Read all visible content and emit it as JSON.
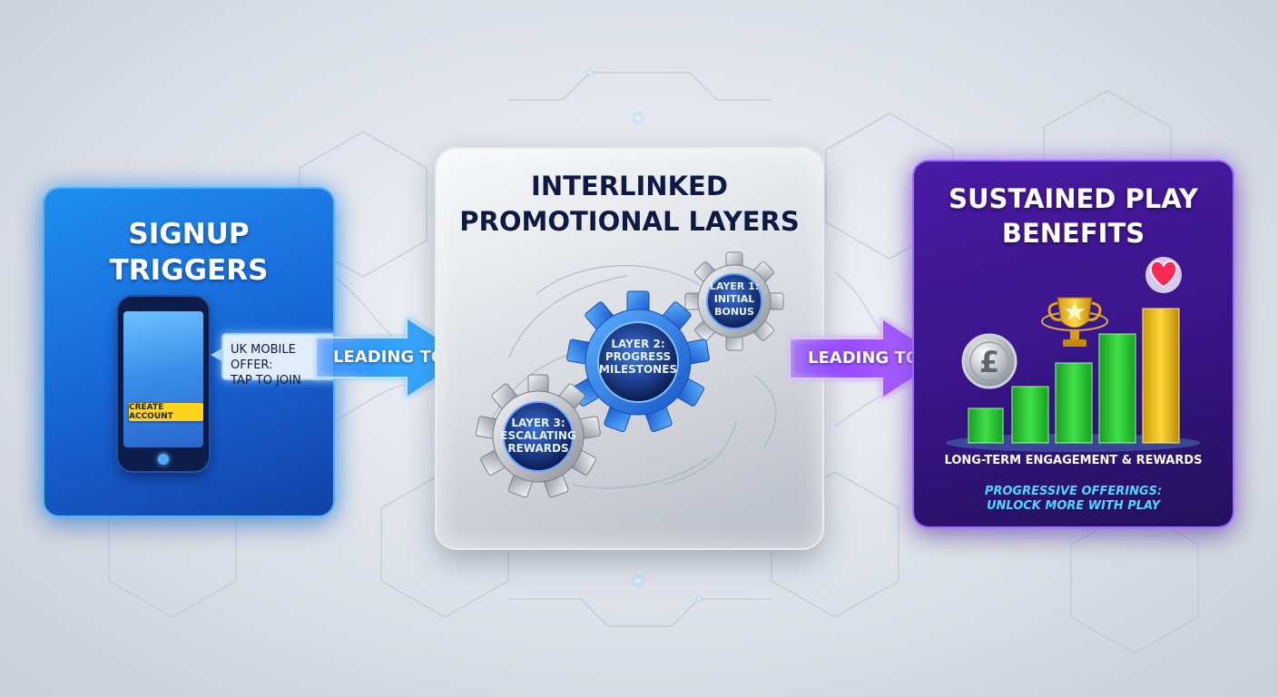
{
  "signup": {
    "title_line1": "SIGNUP",
    "title_line2": "TRIGGERS",
    "offer_line1": "UK MOBILE OFFER:",
    "offer_line2": "TAP TO JOIN",
    "create_label": "CREATE ACCOUNT"
  },
  "arrows": [
    {
      "label": "LEADING TO",
      "color": "#2f9dff"
    },
    {
      "label": "LEADING TO",
      "color": "#9a4dff"
    }
  ],
  "layers": {
    "title_line1": "INTERLINKED",
    "title_line2": "PROMOTIONAL LAYERS",
    "gears": [
      {
        "line1": "LAYER 1:",
        "line2": "INITIAL",
        "line3": "BONUS"
      },
      {
        "line1": "LAYER 2:",
        "line2": "PROGRESS",
        "line3": "MILESTONES"
      },
      {
        "line1": "LAYER 3:",
        "line2": "ESCALATING",
        "line3": "REWARDS"
      }
    ]
  },
  "benefits": {
    "title_line1": "SUSTAINED PLAY",
    "title_line2": "BENEFITS",
    "coin_symbol": "£",
    "caption": "LONG-TERM ENGAGEMENT & REWARDS",
    "sub_line1": "PROGRESSIVE OFFERINGS:",
    "sub_line2": "UNLOCK MORE WITH PLAY"
  },
  "colors": {
    "signup_panel": "#1867d8",
    "benefits_panel": "#3a158a",
    "bar_green": "#2fd43a",
    "bar_gold": "#f2c21b",
    "offer_accent": "#ffd21c"
  }
}
